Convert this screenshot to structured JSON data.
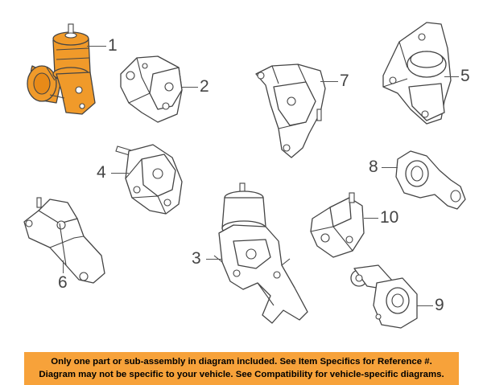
{
  "callouts": [
    "1",
    "2",
    "3",
    "4",
    "5",
    "6",
    "7",
    "8",
    "9",
    "10"
  ],
  "highlight_color": "#f09a2a",
  "banner": {
    "line1": "Only one part or sub-assembly in diagram included. See Item Specifics for Reference #.",
    "line2": "Diagram may not be specific to your vehicle. See Compatibility for vehicle-specific diagrams.",
    "background": "#f7a23a"
  }
}
